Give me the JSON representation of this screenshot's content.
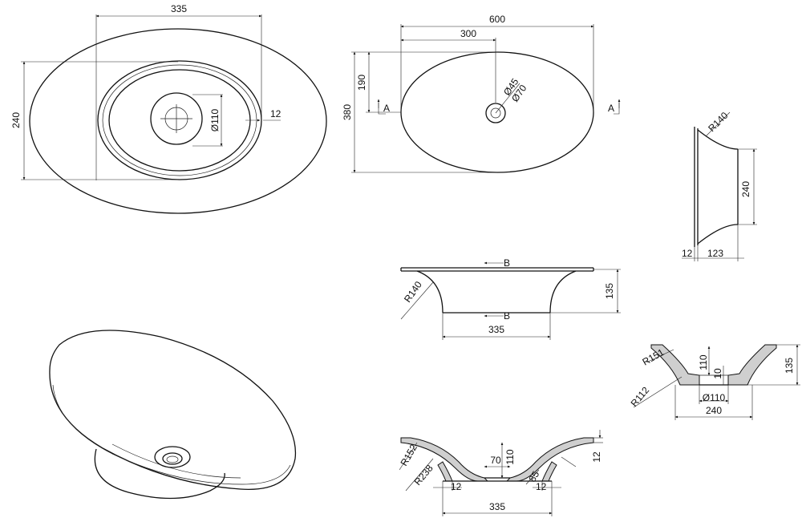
{
  "top_view": {
    "width_dim": "335",
    "height_dim": "240",
    "drain_dim": "Ø110",
    "rim_dim": "12"
  },
  "plan_view": {
    "length_dim": "600",
    "half_dim": "300",
    "height_dim": "380",
    "half_height_dim": "190",
    "drain_outer": "Ø70",
    "drain_inner": "Ø45",
    "section_left": "A",
    "section_right": "A"
  },
  "end_view": {
    "radius": "R140",
    "height_dim": "240",
    "rim_dim": "12",
    "depth_dim": "123"
  },
  "side_view": {
    "section_top": "B",
    "section_bottom": "B",
    "radius": "R140",
    "height_dim": "135",
    "base_dim": "335"
  },
  "section_b": {
    "radius_top": "R151",
    "radius_bottom": "R112",
    "depth_dim": "110",
    "bottom_dim": "10",
    "height_dim": "135",
    "drain_dim": "Ø110",
    "base_dim": "240"
  },
  "section_a": {
    "radius_top": "R152",
    "radius_bottom": "R238",
    "depth_dim": "110",
    "drain_dim": "70",
    "rim_dim": "12",
    "wall_left": "12",
    "wall_right": "12",
    "angle_dim": "85",
    "base_dim": "335"
  }
}
